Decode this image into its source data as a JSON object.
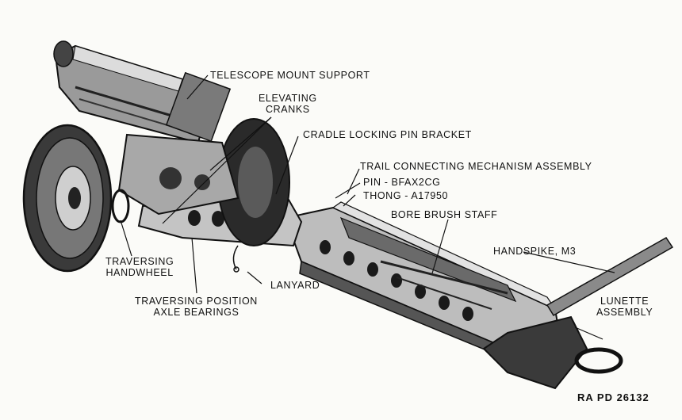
{
  "labels": {
    "telescope_mount_support": "TELESCOPE MOUNT SUPPORT",
    "elevating_cranks_line1": "ELEVATING",
    "elevating_cranks_line2": "CRANKS",
    "cradle_locking_pin_bracket": "CRADLE LOCKING PIN BRACKET",
    "trail_connecting_mechanism": "TRAIL CONNECTING MECHANISM ASSEMBLY",
    "pin": "PIN - BFAX2CG",
    "thong": "THONG - A17950",
    "bore_brush_staff": "BORE BRUSH STAFF",
    "handspike": "HANDSPIKE, M3",
    "traversing_handwheel_line1": "TRAVERSING",
    "traversing_handwheel_line2": "HANDWHEEL",
    "lanyard": "LANYARD",
    "traversing_position_line1": "TRAVERSING POSITION",
    "traversing_position_line2": "AXLE BEARINGS",
    "lunette_line1": "LUNETTE",
    "lunette_line2": "ASSEMBLY"
  },
  "reference": "RA PD 26132",
  "colors": {
    "ink": "#111111",
    "paper": "#fbfbf8",
    "metal_dark": "#2b2b2b",
    "metal_mid": "#8f8f8f",
    "metal_light": "#d4d4d4"
  }
}
